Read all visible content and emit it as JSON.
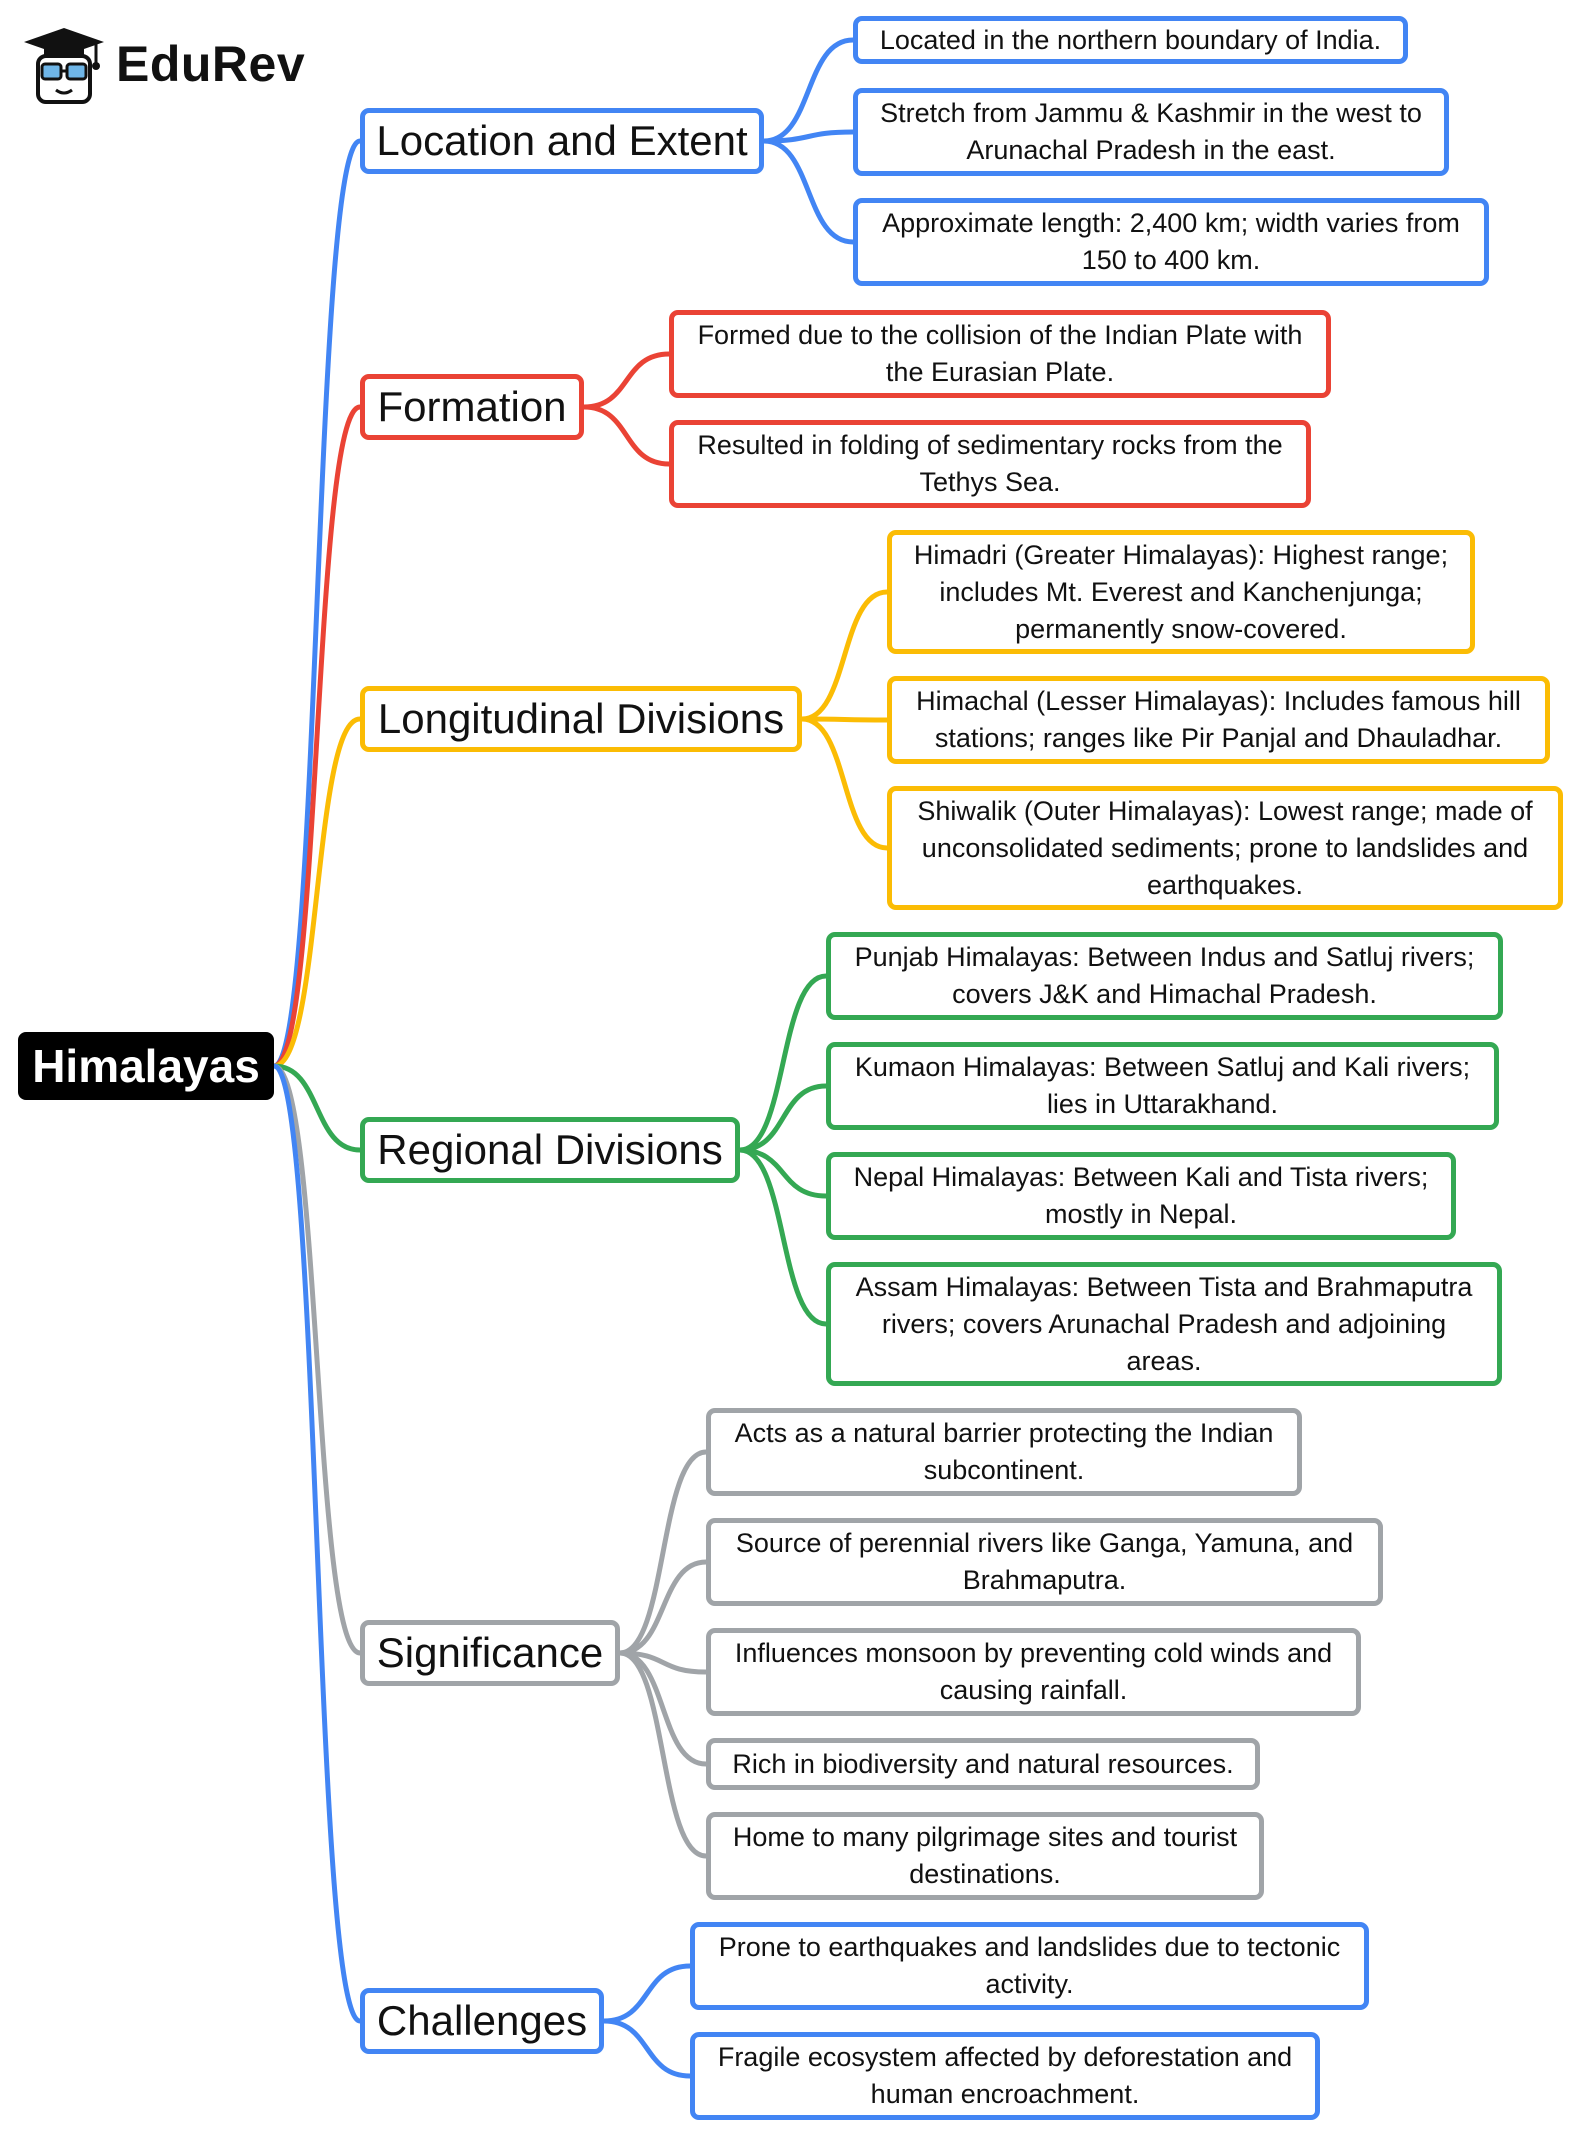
{
  "brand": {
    "name": "EduRev",
    "logo": "graduation-cap-mascot-icon"
  },
  "colors": {
    "blue": "#4285F4",
    "red": "#EA4335",
    "yellow": "#FBBC04",
    "green": "#34A853",
    "gray": "#A0A4A8"
  },
  "root": {
    "label": "Himalayas"
  },
  "branches": [
    {
      "label": "Location and Extent",
      "color": "blue",
      "children": [
        "Located in the northern boundary of India.",
        "Stretch from Jammu & Kashmir in the west to Arunachal Pradesh in the east.",
        "Approximate length: 2,400 km; width varies from 150 to 400 km."
      ]
    },
    {
      "label": "Formation",
      "color": "red",
      "children": [
        "Formed due to the collision of the Indian Plate with the Eurasian Plate.",
        "Resulted in folding of sedimentary rocks from the Tethys Sea."
      ]
    },
    {
      "label": "Longitudinal Divisions",
      "color": "yellow",
      "children": [
        "Himadri (Greater Himalayas): Highest range; includes Mt. Everest and Kanchenjunga; permanently snow-covered.",
        "Himachal (Lesser Himalayas): Includes famous hill stations; ranges like Pir Panjal and Dhauladhar.",
        "Shiwalik (Outer Himalayas): Lowest range; made of unconsolidated sediments; prone to landslides and earthquakes."
      ]
    },
    {
      "label": "Regional Divisions",
      "color": "green",
      "children": [
        "Punjab Himalayas: Between Indus and Satluj rivers; covers J&K and Himachal Pradesh.",
        "Kumaon Himalayas: Between Satluj and Kali rivers; lies in Uttarakhand.",
        "Nepal Himalayas: Between Kali and Tista rivers; mostly in Nepal.",
        "Assam Himalayas: Between Tista and Brahmaputra rivers; covers Arunachal Pradesh and adjoining areas."
      ]
    },
    {
      "label": "Significance",
      "color": "gray",
      "children": [
        "Acts as a natural barrier protecting the Indian subcontinent.",
        "Source of perennial rivers like Ganga, Yamuna, and Brahmaputra.",
        "Influences monsoon by preventing cold winds and causing rainfall.",
        "Rich in biodiversity and natural resources.",
        "Home to many pilgrimage sites and tourist destinations."
      ]
    },
    {
      "label": "Challenges",
      "color": "blue",
      "children": [
        "Prone to earthquakes and landslides due to tectonic activity.",
        "Fragile ecosystem affected by deforestation and human encroachment."
      ]
    }
  ]
}
